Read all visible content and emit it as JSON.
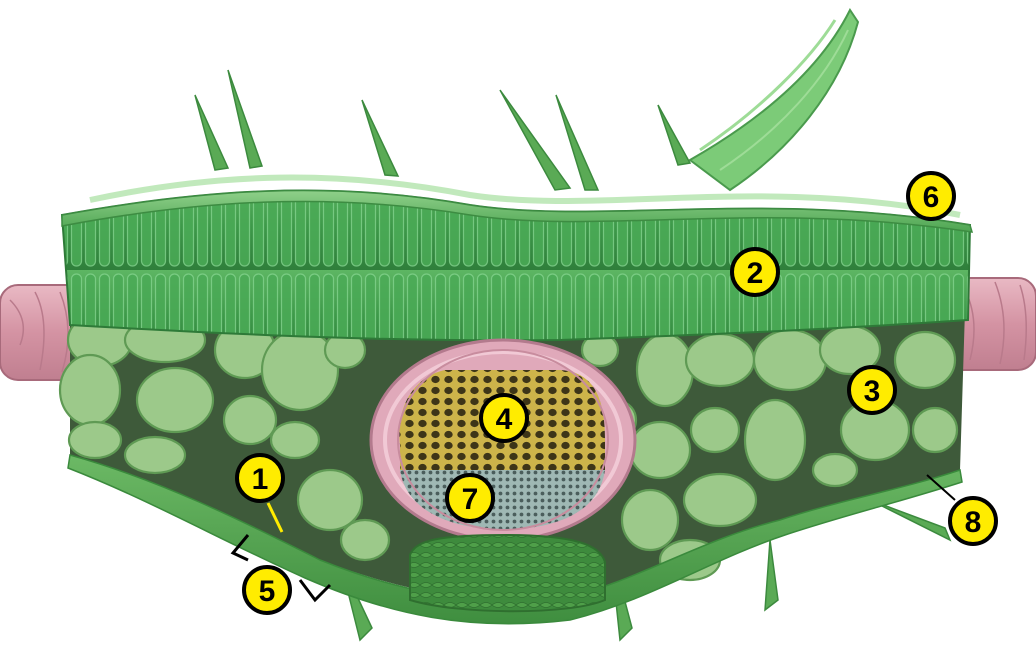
{
  "callouts": [
    {
      "id": "c1",
      "label": "1"
    },
    {
      "id": "c2",
      "label": "2"
    },
    {
      "id": "c3",
      "label": "3"
    },
    {
      "id": "c4",
      "label": "4"
    },
    {
      "id": "c5",
      "label": "5"
    },
    {
      "id": "c6",
      "label": "6"
    },
    {
      "id": "c7",
      "label": "7"
    },
    {
      "id": "c8",
      "label": "8"
    }
  ],
  "colors": {
    "callout_fill": "#ffec00",
    "callout_stroke": "#000000",
    "palisade": "#3f9a48",
    "spongy": "#9cc98a",
    "epidermis": "#5aa951",
    "vein_sheath": "#d9a7b8",
    "xylem": "#c9b04a",
    "phloem": "#8aa6a3",
    "guard_cells": "#3f8d3c",
    "midrib_stub": "#d69aa8"
  }
}
